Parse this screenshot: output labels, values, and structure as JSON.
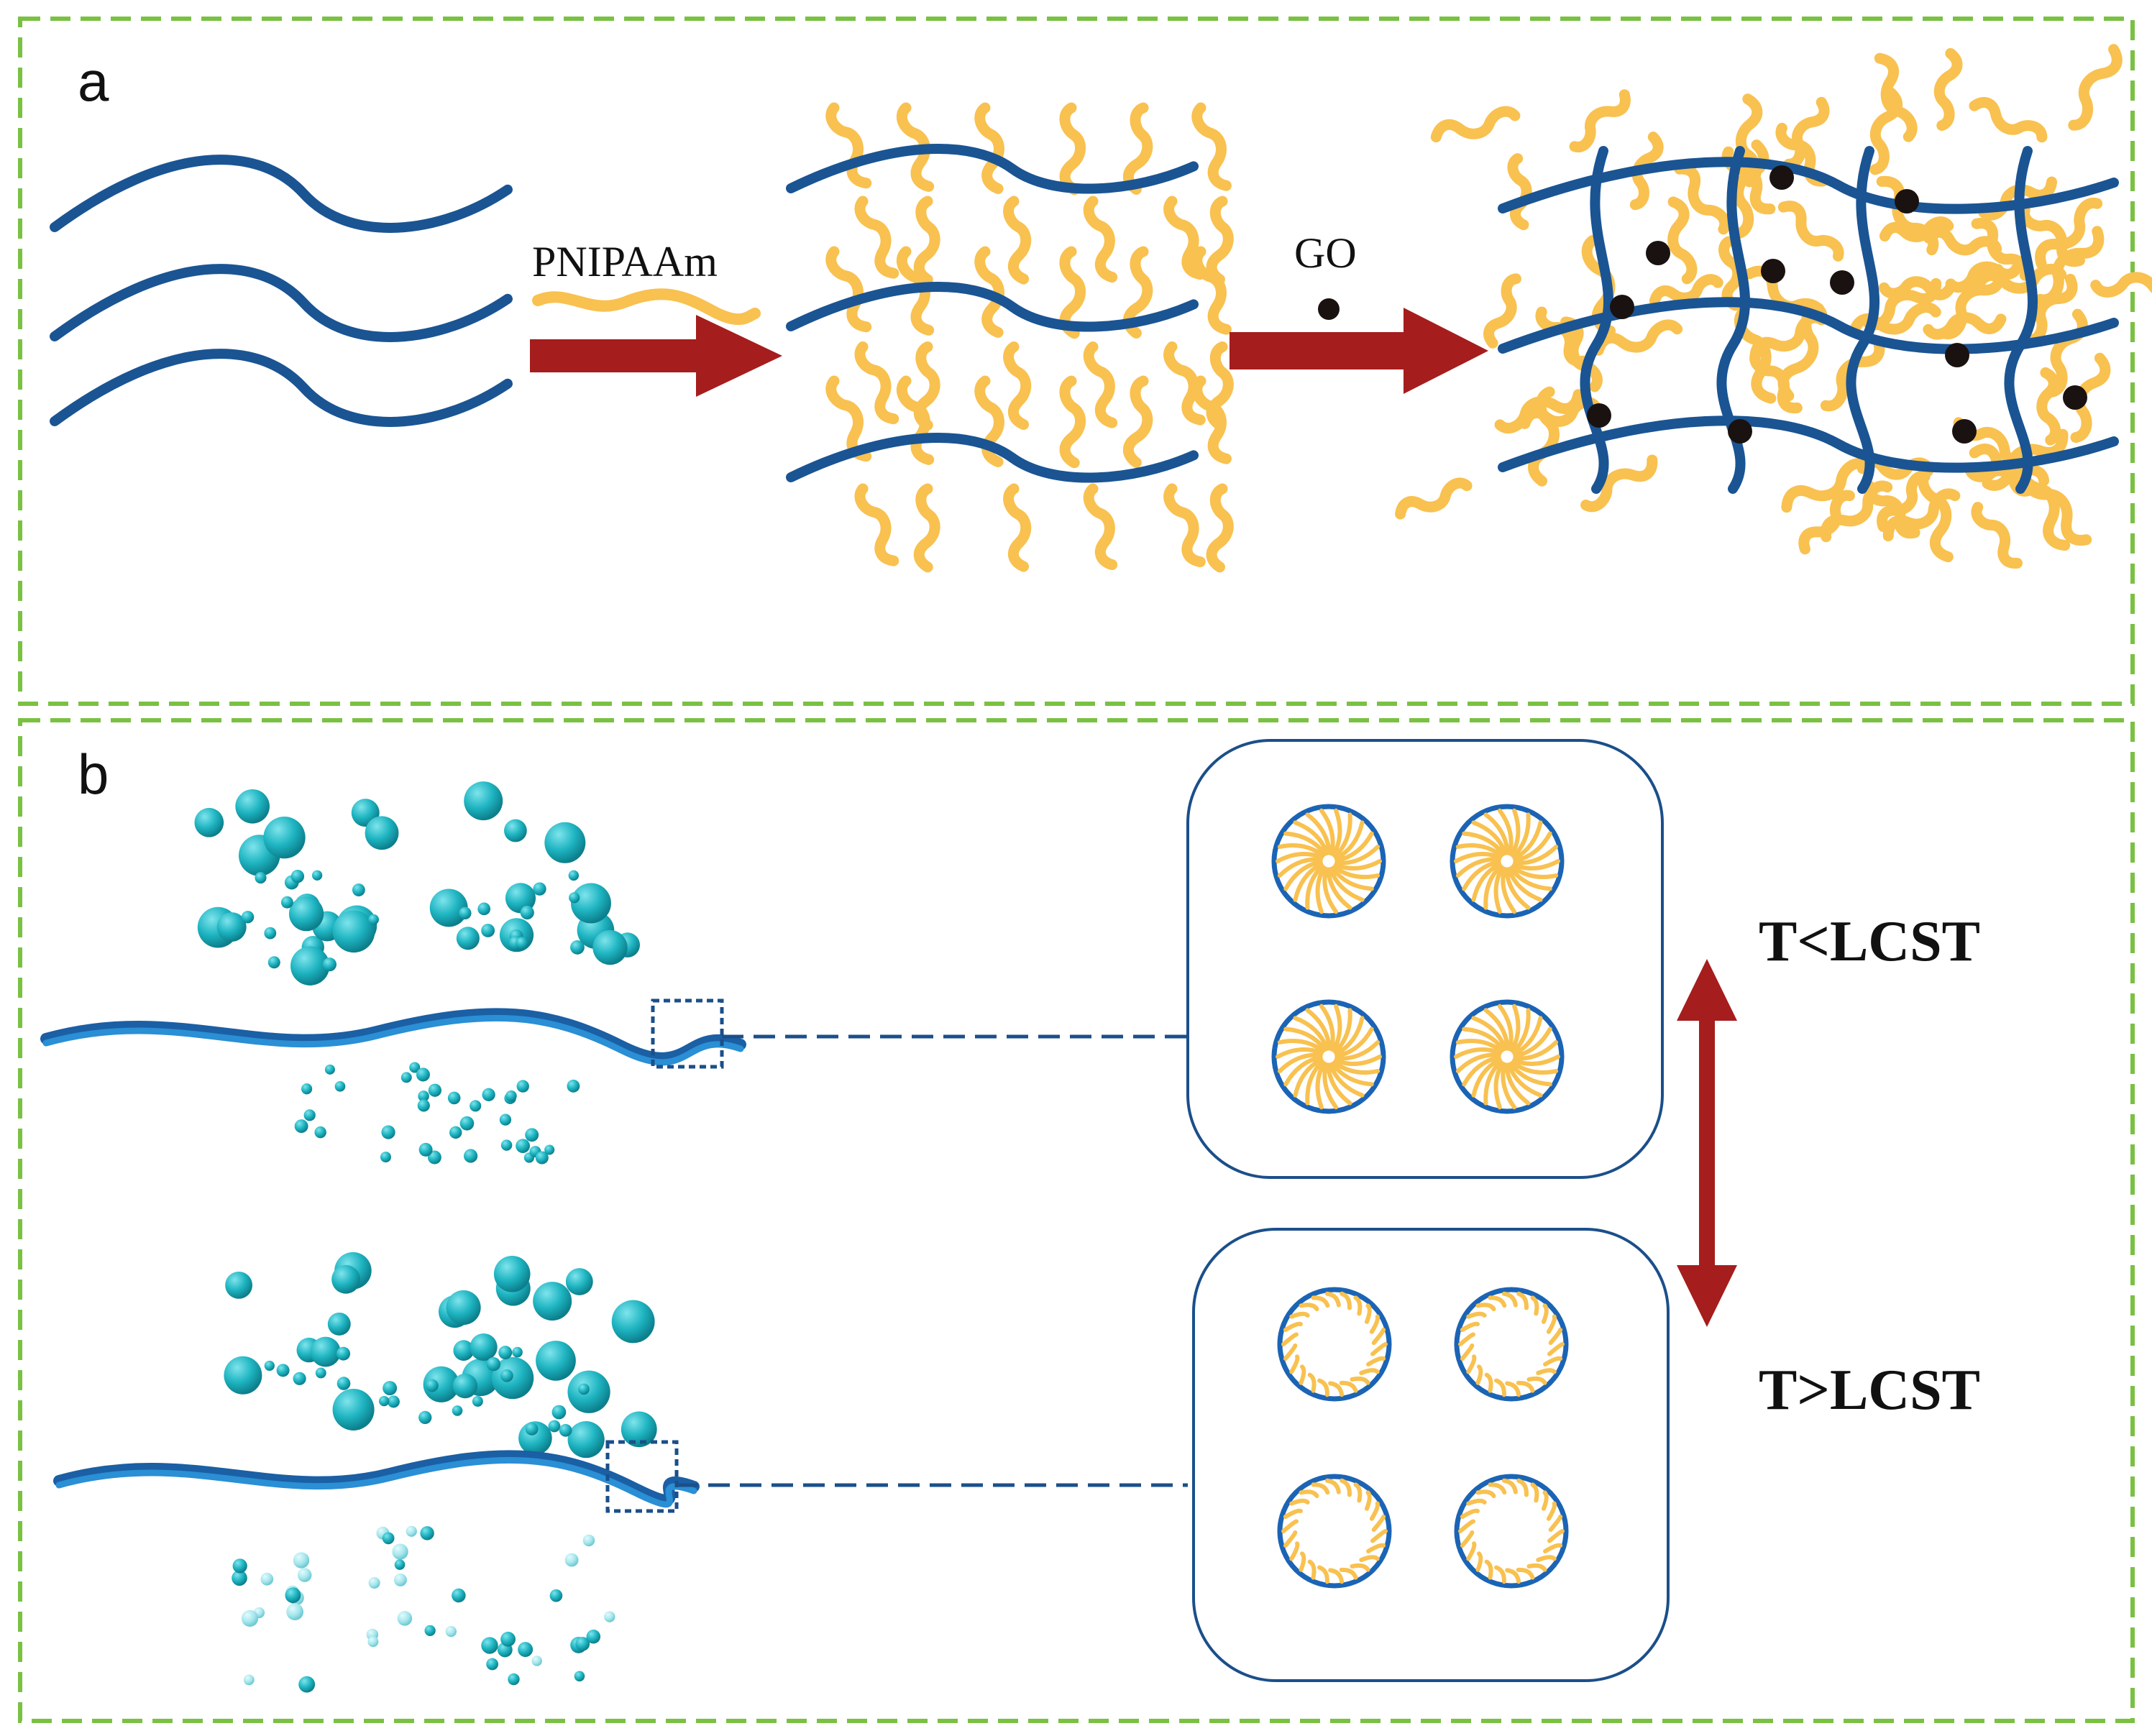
{
  "panels": [
    {
      "label": "a"
    },
    {
      "label": "b"
    }
  ],
  "panel_a": {
    "step1_label": "PNIPAAm",
    "step2_label": "GO"
  },
  "panel_b": {
    "state_low": "T<LCST",
    "state_high": "T>LCST"
  },
  "colors": {
    "frame": "#7ac143",
    "backbone": "#1a5493",
    "pnipaam": "#f8c150",
    "arrow": "#a51d1d",
    "go_dot": "#1a1210",
    "droplet": "#1fb5c2",
    "membrane": "#2a8fd4",
    "pore_ring": "#1b64b5"
  }
}
